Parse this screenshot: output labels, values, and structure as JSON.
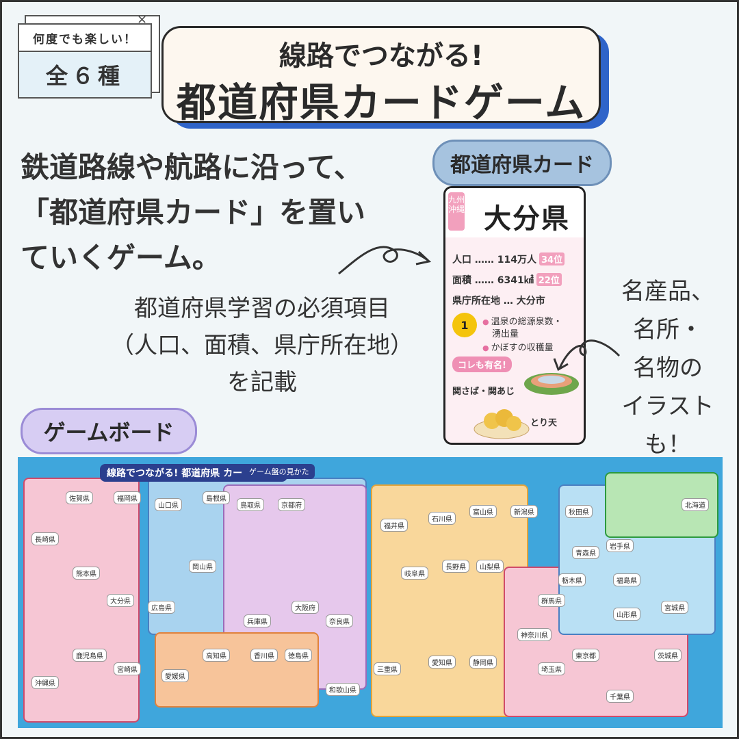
{
  "window_badge": {
    "top": "何度でも楽しい！",
    "main": "全６種",
    "close": "×"
  },
  "banner": {
    "line1": "線路でつながる!",
    "line2": "都道府県カードゲーム"
  },
  "description": {
    "line1": "鉄道路線や航路に沿って、",
    "line2": "「都道府県カード」を置い",
    "line3": "ていくゲーム。"
  },
  "sub_note": {
    "line1": "都道府県学習の必須項目",
    "line2": "（人口、面積、県庁所在地）",
    "line3": "を記載"
  },
  "card_pill": "都道府県カード",
  "board_pill": "ゲームボード",
  "card": {
    "region": "九州沖縄",
    "name": "大分県",
    "population_label": "人口",
    "population_value": "114万人",
    "population_rank": "34位",
    "area_label": "面積",
    "area_value": "6341㎢",
    "area_rank": "22位",
    "capital_label": "県庁所在地",
    "capital_value": "大分市",
    "badge_number": "1",
    "item1": "温泉の総源泉数・",
    "item1b": "湧出量",
    "item2": "かぼすの収穫量",
    "tag": "コレも有名!",
    "food1": "関さば・関あじ",
    "food2": "とり天"
  },
  "side_note": {
    "line1": "名産品、",
    "line2": "名所・",
    "line3": "名物の",
    "line4": "イラスト",
    "line5": "も！"
  },
  "board": {
    "title": "線路でつながる! 都道府県 カードゲーム",
    "legend": "ゲーム盤の見かた",
    "prefectures": [
      "佐賀県",
      "福岡県",
      "長崎県",
      "熊本県",
      "大分県",
      "鹿児島県",
      "宮崎県",
      "沖縄県",
      "山口県",
      "島根県",
      "鳥取県",
      "広島県",
      "岡山県",
      "京都府",
      "兵庫県",
      "大阪府",
      "奈良県",
      "和歌山県",
      "愛媛県",
      "高知県",
      "香川県",
      "徳島県",
      "福井県",
      "石川県",
      "富山県",
      "新潟県",
      "岐阜県",
      "長野県",
      "山梨県",
      "三重県",
      "愛知県",
      "静岡県",
      "群馬県",
      "栃木県",
      "神奈川県",
      "埼玉県",
      "東京都",
      "千葉県",
      "茨城県",
      "秋田県",
      "岩手県",
      "青森県",
      "福島県",
      "山形県",
      "宮城県",
      "北海道"
    ]
  }
}
